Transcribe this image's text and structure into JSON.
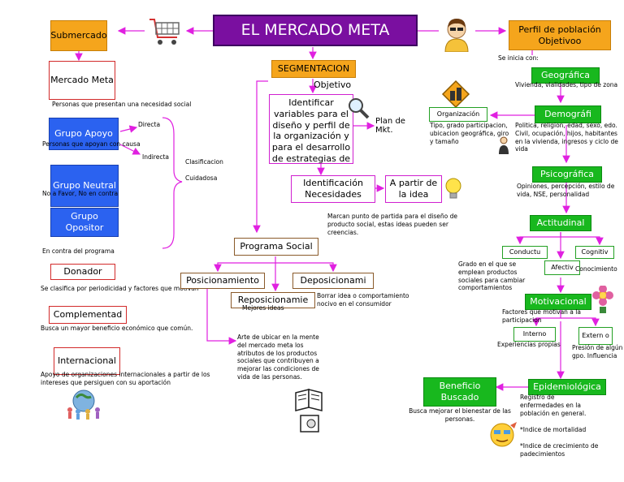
{
  "title": "EL MERCADO META",
  "left": {
    "submercado": "Submercado",
    "mercado_meta": "Mercado Meta",
    "mercado_desc": "Personas que presentan una necesidad social",
    "grupo_apoyo": "Grupo Apoyo",
    "grupo_apoyo_desc": "Personas que apoyan con causa",
    "directa": "Directa",
    "indirecta": "Indirecta",
    "grupo_neutral": "Grupo Neutral",
    "grupo_neutral_desc": "No a Favor, No en contra",
    "grupo_opositor": "Grupo Opositor",
    "clasificacion": "Clasificacion",
    "cuidadosa": "Cuidadosa",
    "opositor_desc": "En contra del programa",
    "donador": "Donador",
    "donador_desc": "Se clasifica por periodicidad y factores que motivan",
    "complementad": "Complementad",
    "complementad_desc": "Busca un mayor beneficio económico que común.",
    "internacional": "Internacional",
    "internacional_desc": "Apoyo de organizaciones internacionales a partir de los intereses que persiguen con su aportación"
  },
  "center": {
    "segmentacion": "SEGMENTACION",
    "objetivo": "Objetivo",
    "identificar": "Identificar variables para el diseño y perfil de la organización y para el desarrollo de estrategias de",
    "plan_mkt": "Plan de Mkt.",
    "identificacion": "Identificación Necesidades",
    "a_partir": "A partir de la idea",
    "marcan_desc": "Marcan punto de partida para el diseño de producto social, estas ideas pueden ser creencias.",
    "programa_social": "Programa Social",
    "posicionamiento": "Posicionamiento",
    "deposicionami": "Deposicionami",
    "reposicionamie": "Reposicionamie",
    "mejores_ideas": "Mejores ideas",
    "borrar_desc": "Borrar idea o comportamiento nocivo en el consumidor",
    "arte_desc": "Arte de ubicar en la mente del mercado meta los atributos de los productos sociales que contribuyen a mejorar las condiciones de vida de las personas."
  },
  "right": {
    "perfil": "Perfil de población Objetivoo",
    "se_inicia": "Se inicia con:",
    "geografica": "Geográfica",
    "geografica_desc": "Vivienda, vialidades, tipo de zona",
    "organizacion": "Organización",
    "organizacion_desc": "Tipo, grado participacion, ubicacion geográfica, giro y tamaño",
    "demografi": "Demográfi",
    "demografi_desc": "Politica, religion, edad, sexo, edo. Civil, ocupación, hijos, habitantes en la vivienda, ingresos y ciclo de vida",
    "psicografica": "Psicográfica",
    "psicografica_desc": "Opiniones, percepción, estilo de vida, NSE, personalidad",
    "actitudinal": "Actitudinal",
    "conductu": "Conductu",
    "cognitiv": "Cognitiv",
    "afectiv": "Afectiv",
    "conocimiento": "Conocimiento",
    "grado_desc": "Grado en el que se emplean productos sociales para cambiar comportamientos",
    "motivacional": "Motivacional",
    "factores_desc": "Factores que motivan a la participacion",
    "interno": "Interno",
    "externo": "Extern o",
    "experiencias": "Experiencias propias",
    "presion": "Presión de algún gpo. Influencia",
    "epidemiologica": "Epidemiológica",
    "registro_desc": "Registro de enfermedades en la población en general.",
    "beneficio": "Beneficio Buscado",
    "beneficio_desc": "Busca mejorar el bienestar de las personas.",
    "indice_mortalidad": "*Indice de mortalidad",
    "indice_crecimiento": "*Indice de crecimiento de padecimientos"
  },
  "colors": {
    "arrow": "#e020e0",
    "title_bg": "#7a0fa0",
    "orange": "#f5a51c",
    "green": "#18b81e",
    "blue": "#2b62f0"
  },
  "icons": [
    "shopping-cart-icon",
    "person-icon",
    "magnifier-icon",
    "lightbulb-icon",
    "building-icon",
    "flower-icon",
    "globe-people-icon",
    "book-icon",
    "face-icon",
    "small-person-icon"
  ]
}
